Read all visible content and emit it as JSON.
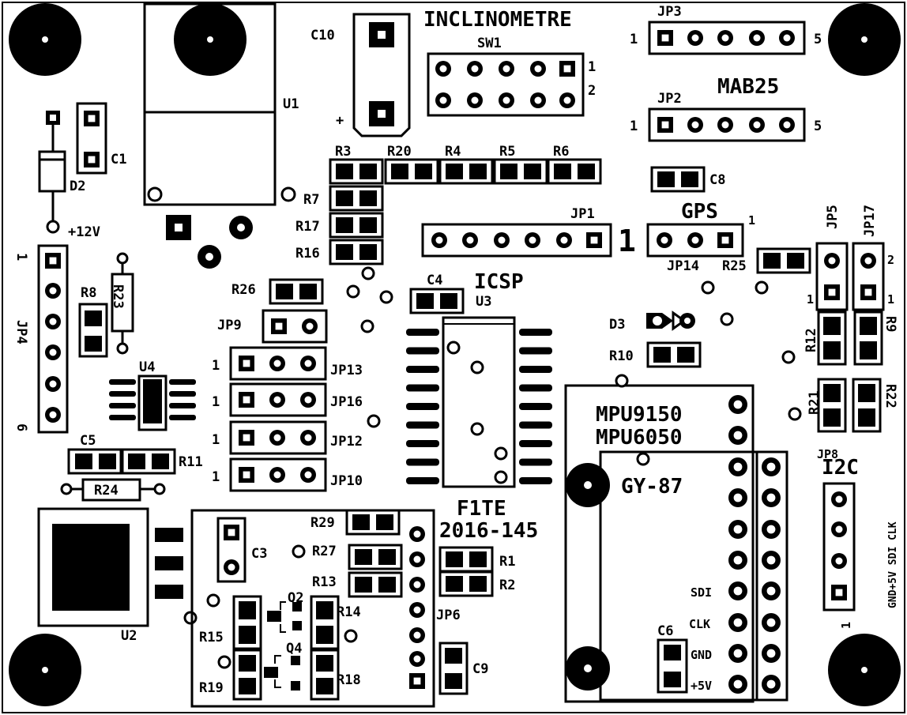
{
  "board": {
    "title": "INCLINOMETRE",
    "project": "F1TE",
    "code": "2016-145",
    "mab": "MAB25",
    "gps": "GPS",
    "icsp": "ICSP",
    "i2c": "I2C",
    "power": "+12V",
    "gy87": "GY-87",
    "mpu9150": "MPU9150",
    "mpu6050": "MPU6050",
    "i2c_pins": "GND+5V SDI CLK",
    "one_big": "1"
  },
  "components": {
    "U1": "U1",
    "U2": "U2",
    "U3": "U3",
    "U4": "U4",
    "C1": "C1",
    "C3": "C3",
    "C4": "C4",
    "C5": "C5",
    "C6": "C6",
    "C8": "C8",
    "C9": "C9",
    "C10": "C10",
    "D2": "D2",
    "D3": "D3",
    "R1": "R1",
    "R2": "R2",
    "R3": "R3",
    "R4": "R4",
    "R5": "R5",
    "R6": "R6",
    "R7": "R7",
    "R8": "R8",
    "R9": "R9",
    "R10": "R10",
    "R11": "R11",
    "R12": "R12",
    "R13": "R13",
    "R14": "R14",
    "R15": "R15",
    "R16": "R16",
    "R17": "R17",
    "R18": "R18",
    "R19": "R19",
    "R20": "R20",
    "R21": "R21",
    "R22": "R22",
    "R23": "R23",
    "R24": "R24",
    "R25": "R25",
    "R26": "R26",
    "R27": "R27",
    "R29": "R29",
    "Q2": "Q2",
    "Q4": "Q4",
    "SW1": "SW1",
    "JP1": "JP1",
    "JP2": "JP2",
    "JP3": "JP3",
    "JP4": "JP4",
    "JP5": "JP5",
    "JP6": "JP6",
    "JP8": "JP8",
    "JP9": "JP9",
    "JP10": "JP10",
    "JP12": "JP12",
    "JP13": "JP13",
    "JP14": "JP14",
    "JP16": "JP16",
    "JP17": "JP17"
  },
  "pins": {
    "sdi": "SDI",
    "clk": "CLK",
    "gnd": "GND",
    "v5": "+5V",
    "one": "1",
    "two": "2",
    "five": "5",
    "six": "6",
    "plus": "+"
  }
}
